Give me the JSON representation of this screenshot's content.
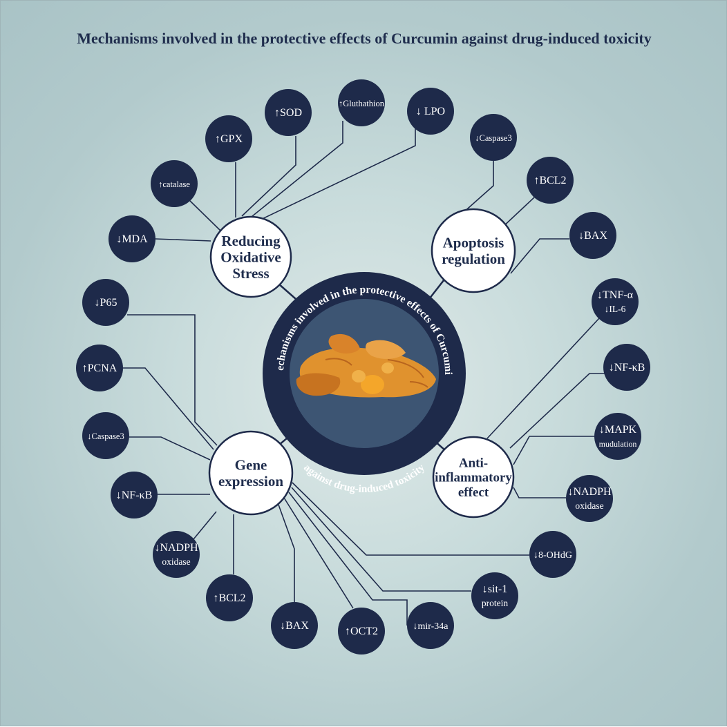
{
  "title": "Mechanisms involved in the protective effects of Curcumin against drug-induced toxicity",
  "center": {
    "arc_top": "Mechanisms involved in the protective effects of Curcumin",
    "arc_bottom": "against drug-induced toxicity",
    "image": "turmeric-root-illustration"
  },
  "colors": {
    "node_fill": "#1e2a4a",
    "category_fill": "#ffffff",
    "category_stroke": "#1e2a4a",
    "center_fill": "#3d5573",
    "center_ring": "#1e2a4a",
    "turmeric": "#e0922e",
    "background": "#b8cfd1"
  },
  "categories": [
    {
      "id": "oxidative",
      "lines": [
        "Reducing",
        "Oxidative",
        "Stress"
      ]
    },
    {
      "id": "apoptosis",
      "lines": [
        "Apoptosis",
        "regulation"
      ]
    },
    {
      "id": "gene",
      "lines": [
        "Gene",
        "expression"
      ]
    },
    {
      "id": "inflammatory",
      "lines": [
        "Anti-",
        "inflammatory",
        "effect"
      ]
    }
  ],
  "nodes": [
    {
      "id": "n-mda",
      "category": "oxidative",
      "lines": [
        "↓MDA"
      ]
    },
    {
      "id": "n-catalase",
      "category": "oxidative",
      "lines": [
        "↑catalase"
      ]
    },
    {
      "id": "n-gpx",
      "category": "oxidative",
      "lines": [
        "↑GPX"
      ]
    },
    {
      "id": "n-sod",
      "category": "oxidative",
      "lines": [
        "↑SOD"
      ]
    },
    {
      "id": "n-gluthathion",
      "category": "oxidative",
      "lines": [
        "↑Gluthathion"
      ]
    },
    {
      "id": "n-lpo",
      "category": "oxidative",
      "lines": [
        "↓ LPO"
      ]
    },
    {
      "id": "n-caspase3-a",
      "category": "apoptosis",
      "lines": [
        "↓Caspase3"
      ]
    },
    {
      "id": "n-bcl2-a",
      "category": "apoptosis",
      "lines": [
        "↑BCL2"
      ]
    },
    {
      "id": "n-bax-a",
      "category": "apoptosis",
      "lines": [
        "↓BAX"
      ]
    },
    {
      "id": "n-tnf",
      "category": "inflammatory",
      "lines": [
        "↓TNF-α",
        "↓IL-6"
      ]
    },
    {
      "id": "n-nfkb-i",
      "category": "inflammatory",
      "lines": [
        "↓NF-κB"
      ]
    },
    {
      "id": "n-mapk",
      "category": "inflammatory",
      "lines": [
        "↓MAPK",
        "mudulation"
      ]
    },
    {
      "id": "n-nadph-i",
      "category": "inflammatory",
      "lines": [
        "↓NADPH",
        "oxidase"
      ]
    },
    {
      "id": "n-p65",
      "category": "gene",
      "lines": [
        "↓P65"
      ]
    },
    {
      "id": "n-pcna",
      "category": "gene",
      "lines": [
        "↑PCNA"
      ]
    },
    {
      "id": "n-caspase3-g",
      "category": "gene",
      "lines": [
        "↓Caspase3"
      ]
    },
    {
      "id": "n-nfkb-g",
      "category": "gene",
      "lines": [
        "↓NF-κB"
      ]
    },
    {
      "id": "n-nadph-g",
      "category": "gene",
      "lines": [
        "↓NADPH",
        "oxidase"
      ]
    },
    {
      "id": "n-bcl2-g",
      "category": "gene",
      "lines": [
        "↑BCL2"
      ]
    },
    {
      "id": "n-bax-g",
      "category": "gene",
      "lines": [
        "↓BAX"
      ]
    },
    {
      "id": "n-oct2",
      "category": "gene",
      "lines": [
        "↑OCT2"
      ]
    },
    {
      "id": "n-mir34a",
      "category": "gene",
      "lines": [
        "↓mir-34a"
      ]
    },
    {
      "id": "n-sit1",
      "category": "gene",
      "lines": [
        "↓sit-1",
        "protein"
      ]
    },
    {
      "id": "n-8ohdg",
      "category": "gene",
      "lines": [
        "↓8-OHdG"
      ]
    }
  ]
}
